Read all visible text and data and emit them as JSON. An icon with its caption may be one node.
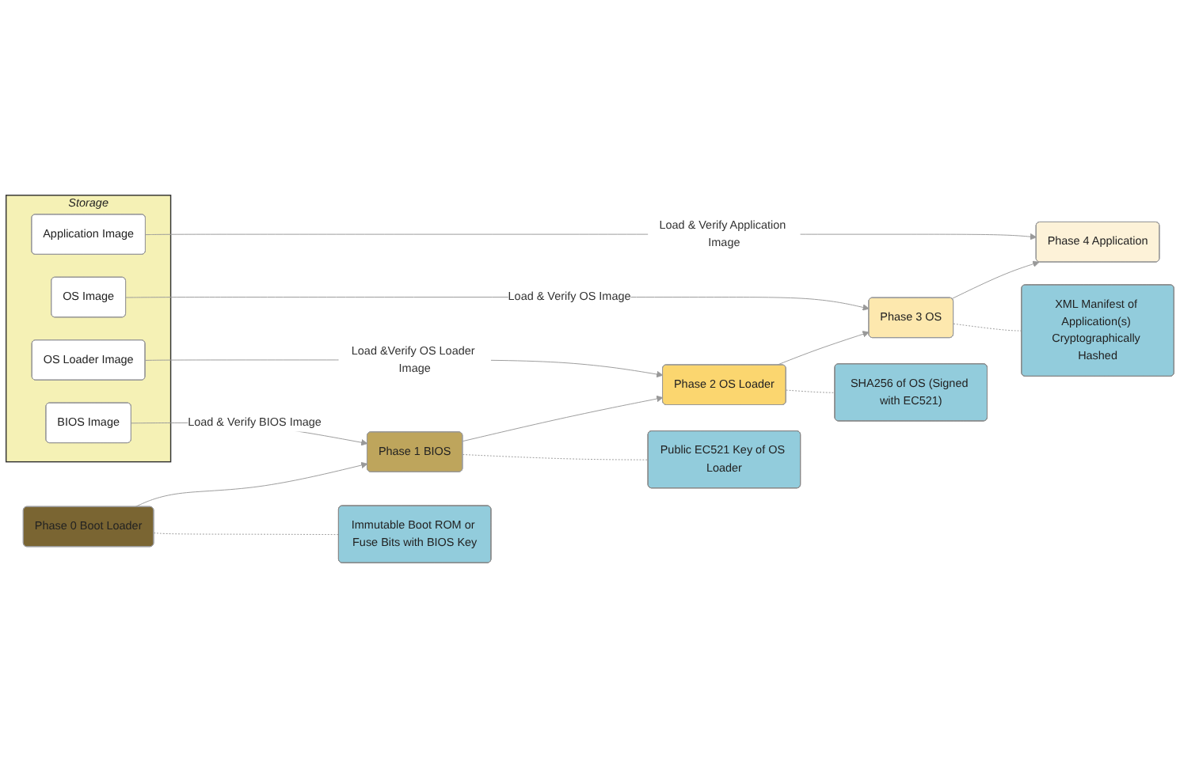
{
  "diagram": {
    "nodes": [
      {
        "text": [
          "Storage"
        ]
      },
      {
        "text": [
          "Application Image"
        ],
        "in": 0
      },
      {
        "text": [
          "OS Image"
        ],
        "in": 0
      },
      {
        "text": [
          "OS Loader Image"
        ],
        "in": 0
      },
      {
        "text": [
          "BIOS Image"
        ],
        "in": 0
      },
      {
        "text": [
          "Phase 0 Boot Loader"
        ]
      },
      {
        "text": [
          "Phase 1 BIOS"
        ]
      },
      {
        "text": [
          "Phase 2 OS Loader"
        ]
      },
      {
        "text": [
          "Phase 3 OS"
        ]
      },
      {
        "text": [
          "Phase 4 Application"
        ]
      },
      {
        "text": [
          "Immutable Boot ROM or Fuse Bits with BIOS Key"
        ]
      },
      {
        "text": [
          "Public EC521 Key of OS Loader"
        ]
      },
      {
        "text": [
          "SHA256 of OS (Signed with EC521)"
        ]
      },
      {
        "text": [
          "XML Manifest of Application(s) Cryptographically Hashed"
        ]
      }
    ],
    "edges": [
      {
        "from": 4,
        "to": 6,
        "arrow": "to",
        "label": "Load & Verify BIOS Image"
      },
      {
        "from": 3,
        "to": 7,
        "arrow": "to",
        "label": "Load &Verify OS Loader Image"
      },
      {
        "from": 2,
        "to": 8,
        "arrow": "to",
        "label": "Load & Verify OS Image"
      },
      {
        "from": 1,
        "to": 9,
        "arrow": "to",
        "label": "Load & Verify Application Image"
      },
      {
        "from": 5,
        "to": 6,
        "arrow": "to"
      },
      {
        "from": 6,
        "to": 7,
        "arrow": "to"
      },
      {
        "from": 7,
        "to": 8,
        "arrow": "to"
      },
      {
        "from": 8,
        "to": 9,
        "arrow": "to"
      },
      {
        "from": 5,
        "to": 10,
        "arrow": "none",
        "style": "dashed"
      },
      {
        "from": 6,
        "to": 11,
        "arrow": "none",
        "style": "dashed"
      },
      {
        "from": 7,
        "to": 12,
        "arrow": "none",
        "style": "dashed"
      },
      {
        "from": 8,
        "to": 13,
        "arrow": "none",
        "style": "dashed"
      }
    ]
  }
}
